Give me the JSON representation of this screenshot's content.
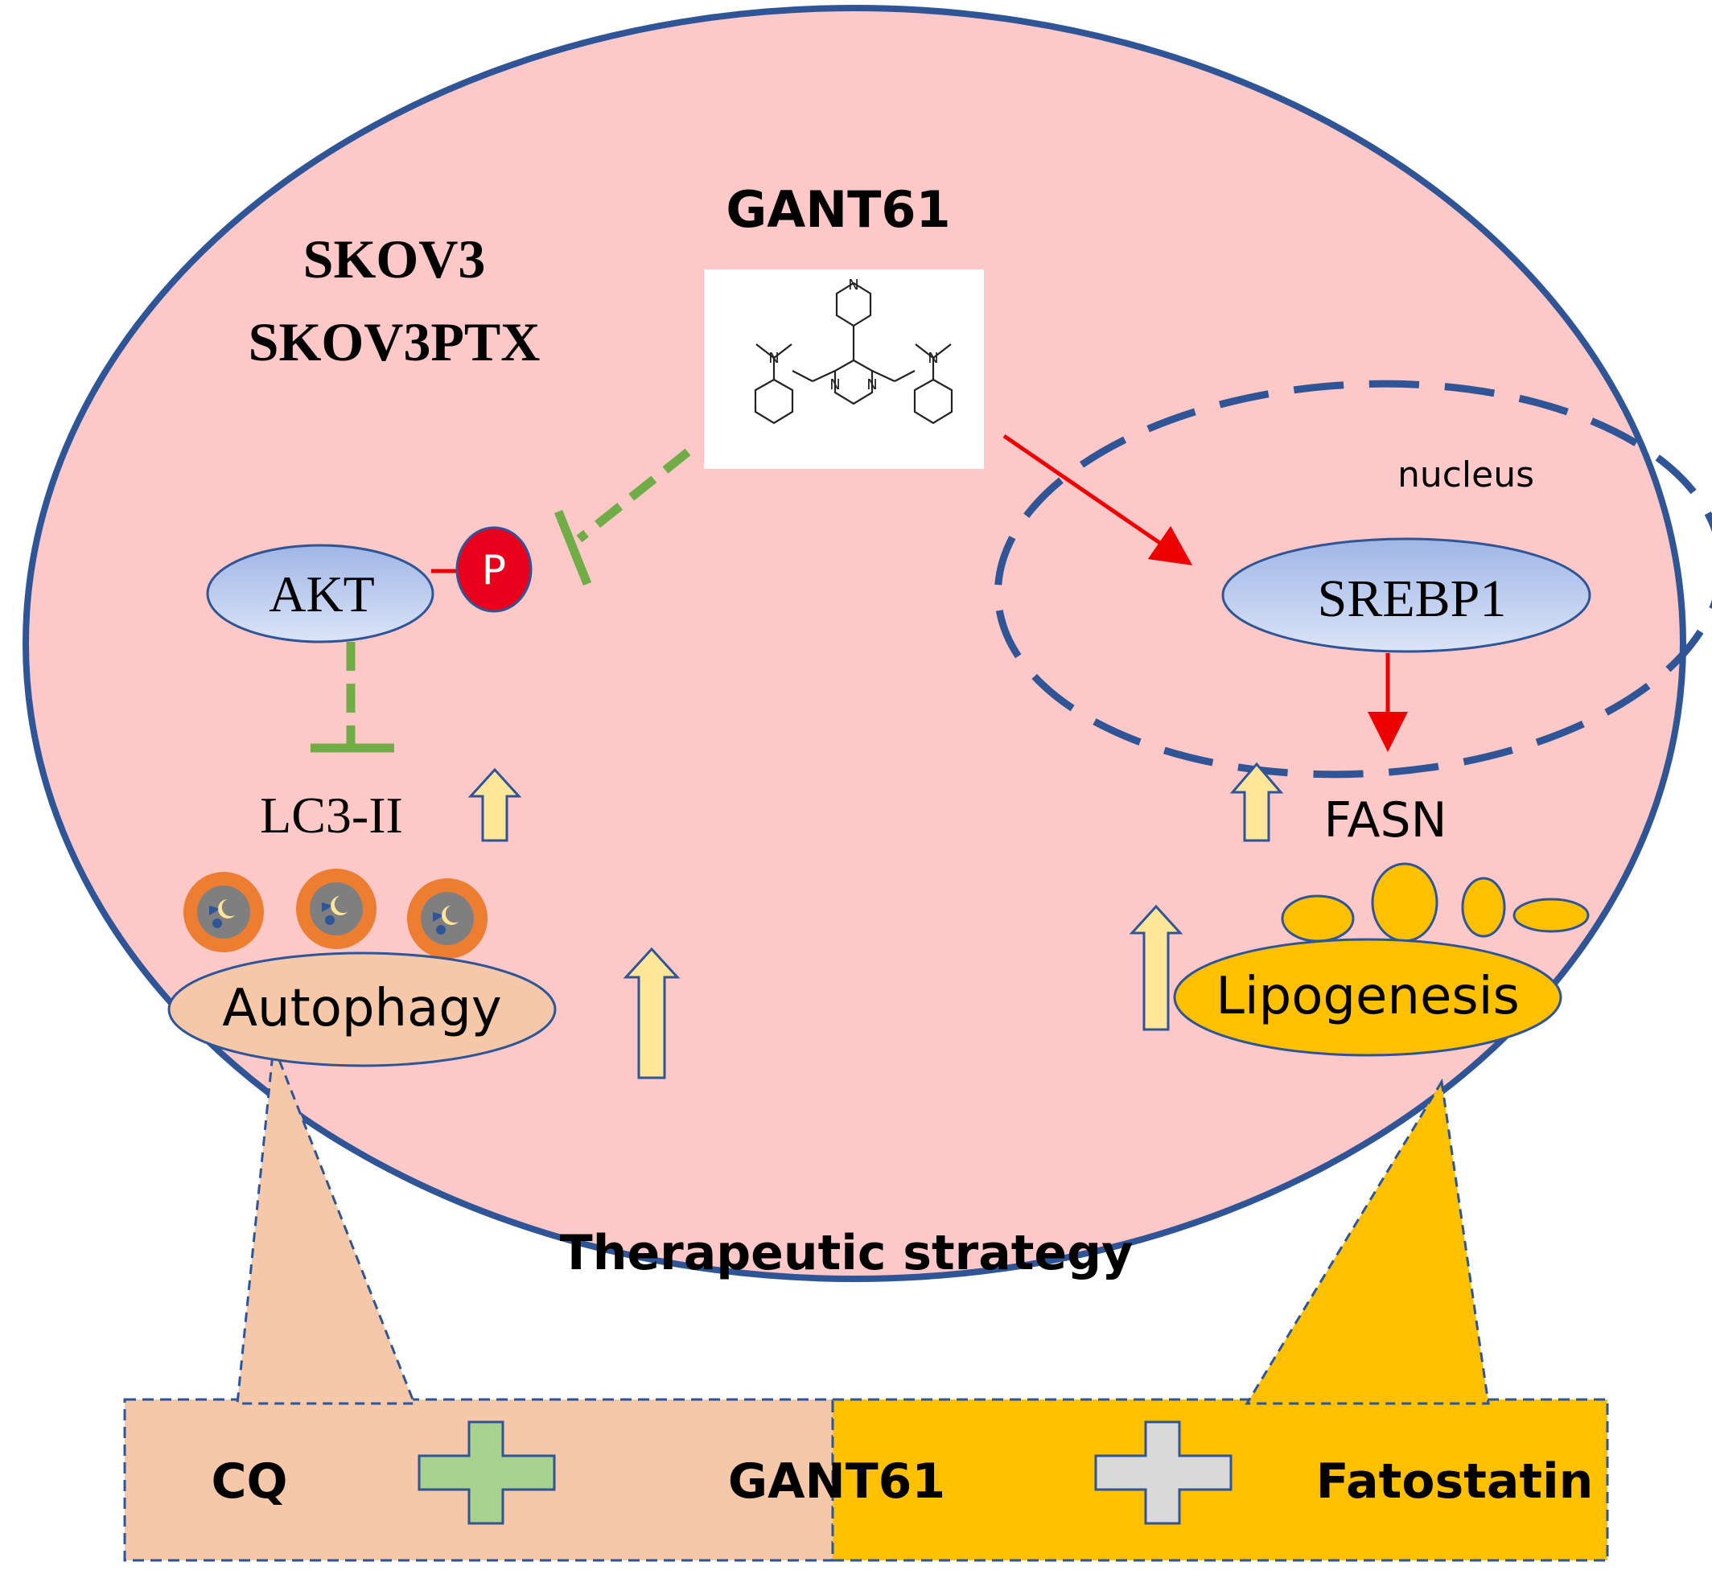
{
  "cell_lines": [
    "SKOV3",
    "SKOV3PTX"
  ],
  "drug": {
    "name": "GANT61"
  },
  "nucleus_label": "nucleus",
  "proteins": {
    "akt": "AKT",
    "phospho": "P",
    "srebp1": "SREBP1",
    "fasn": "FASN",
    "lc3": "LC3-II"
  },
  "processes": {
    "autophagy": "Autophagy",
    "lipogenesis": "Lipogenesis"
  },
  "strategy": {
    "title": "Therapeutic strategy",
    "left_drug": "CQ",
    "center_drug": "GANT61",
    "right_drug": "Fatostatin"
  },
  "colors": {
    "cell_fill": "#fcc8c8",
    "cell_border": "#2f5597",
    "protein_fill": "#b4c7e7",
    "phospho_fill": "#e8001c",
    "autophagy_fill": "#f4c8a8",
    "lipogenesis_fill": "#ffc000",
    "inhibit_green": "#70ad47",
    "activate_red": "#ee0000",
    "up_arrow_fill": "#ffe699",
    "plus_green": "#a9d18e",
    "plus_gray": "#d9d9d9"
  }
}
